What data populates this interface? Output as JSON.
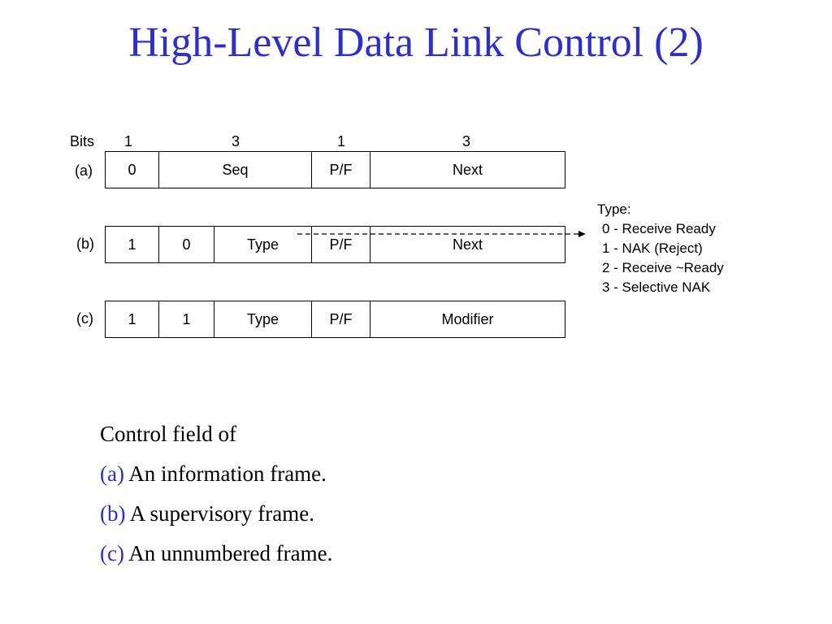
{
  "title": "High-Level Data Link Control (2)",
  "diagram": {
    "bits_label": "Bits",
    "bit_counts": [
      "1",
      "3",
      "1",
      "3"
    ],
    "rows": [
      {
        "label": "(a)",
        "cells": [
          "0",
          "Seq",
          "P/F",
          "Next"
        ]
      },
      {
        "label": "(b)",
        "cells": [
          "1",
          "0",
          "Type",
          "P/F",
          "Next"
        ]
      },
      {
        "label": "(c)",
        "cells": [
          "1",
          "1",
          "Type",
          "P/F",
          "Modifier"
        ]
      }
    ],
    "legend": {
      "title": "Type:",
      "items": [
        "0 - Receive Ready",
        "1 - NAK (Reject)",
        "2 - Receive ~Ready",
        "3 - Selective NAK"
      ]
    }
  },
  "caption": {
    "intro": "Control field of",
    "items": [
      {
        "tag": "(a)",
        "text": "An information frame."
      },
      {
        "tag": "(b)",
        "text": "A supervisory frame."
      },
      {
        "tag": "(c)",
        "text": "An unnumbered frame."
      }
    ]
  }
}
